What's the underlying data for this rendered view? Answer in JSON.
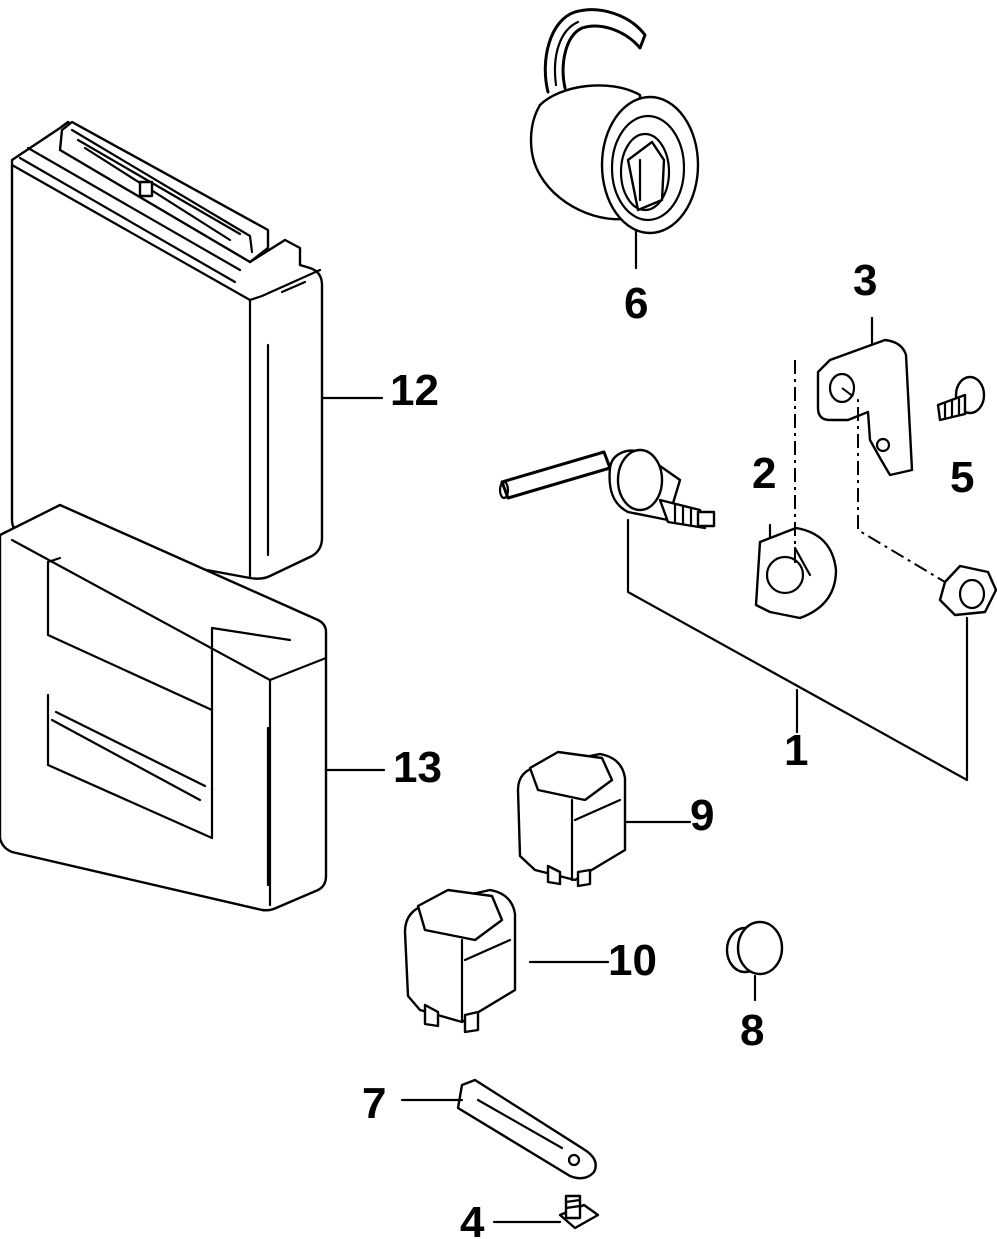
{
  "callouts": {
    "c1": "1",
    "c2": "2",
    "c3": "3",
    "c4": "4",
    "c5": "5",
    "c6": "6",
    "c7": "7",
    "c8": "8",
    "c9": "9",
    "c10": "10",
    "c12": "12",
    "c13": "13"
  }
}
